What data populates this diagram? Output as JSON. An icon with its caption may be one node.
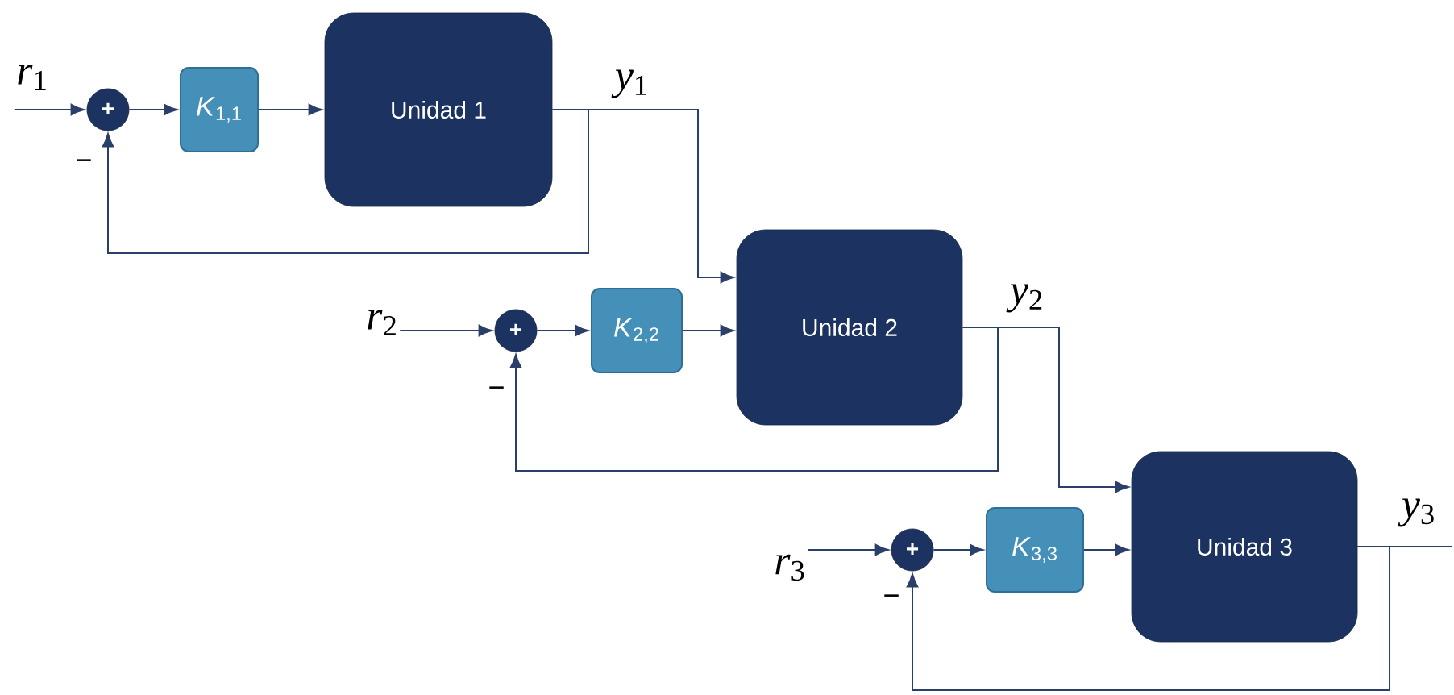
{
  "diagram": {
    "nodes": [
      {
        "text": [
          "*r*$_{1}$"
        ]
      },
      {
        "text": [
          "+"
        ],
        "beside": [
          "−"
        ]
      },
      {
        "text": [
          "*K*$_{1,1}$"
        ]
      },
      {
        "text": [
          "Unidad 1"
        ]
      },
      {
        "text": [
          "*r*$_{2}$"
        ]
      },
      {
        "text": [
          "+"
        ],
        "beside": [
          "−"
        ]
      },
      {
        "text": [
          "*K*$_{2,2}$"
        ]
      },
      {
        "text": [
          "Unidad 2"
        ]
      },
      {
        "text": [
          "*r*$_{3}$"
        ]
      },
      {
        "text": [
          "+"
        ],
        "beside": [
          "−"
        ]
      },
      {
        "text": [
          "*K*$_{3,3}$"
        ]
      },
      {
        "text": [
          "Unidad 3"
        ]
      }
    ],
    "edges": [
      {
        "from": 0,
        "to": 1,
        "arrow": "to"
      },
      {
        "from": 1,
        "to": 2,
        "arrow": "to"
      },
      {
        "from": 2,
        "to": 3,
        "arrow": "to"
      },
      {
        "from": 3,
        "to": 1,
        "arrow": "to"
      },
      {
        "from": 3,
        "to": 7,
        "arrow": "to",
        "label": "*y*$_{1}$"
      },
      {
        "from": 4,
        "to": 5,
        "arrow": "to"
      },
      {
        "from": 5,
        "to": 6,
        "arrow": "to"
      },
      {
        "from": 6,
        "to": 7,
        "arrow": "to"
      },
      {
        "from": 7,
        "to": 5,
        "arrow": "to"
      },
      {
        "from": 7,
        "to": 11,
        "arrow": "to",
        "label": "*y*$_{2}$"
      },
      {
        "from": 8,
        "to": 9,
        "arrow": "to"
      },
      {
        "from": 9,
        "to": 10,
        "arrow": "to"
      },
      {
        "from": 10,
        "to": 11,
        "arrow": "to"
      },
      {
        "from": 11,
        "to": 9,
        "arrow": "to"
      },
      {
        "from": 11,
        "to": null,
        "arrow": "none",
        "label": "*y*$_{3}$"
      }
    ]
  }
}
